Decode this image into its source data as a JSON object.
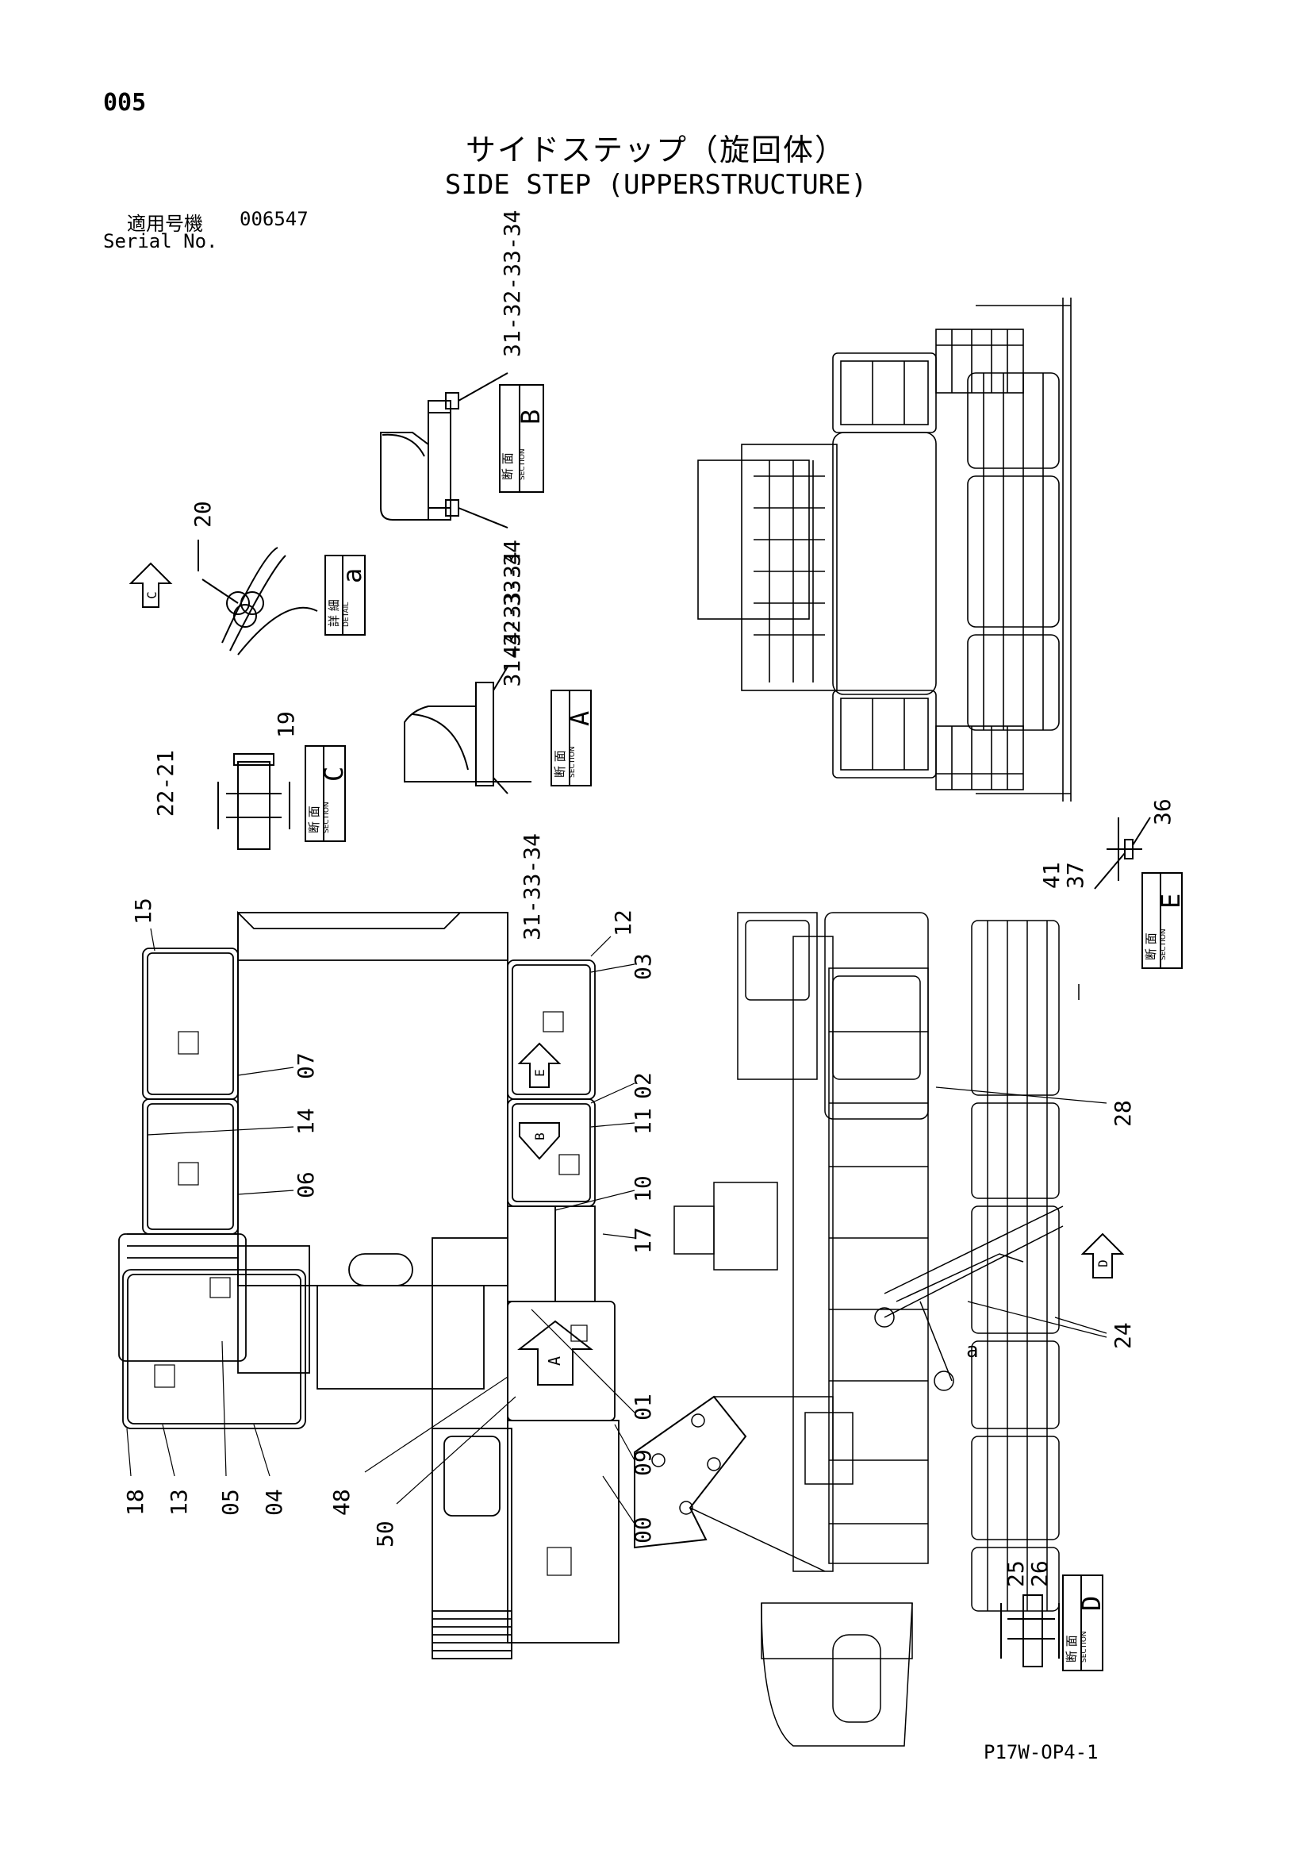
{
  "header": {
    "page_number": "005",
    "title_jp": "サイドステップ（旋回体）",
    "title_en": "SIDE STEP (UPPERSTRUCTURE)",
    "serial_label_jp": "適用号機",
    "serial_value": "006547",
    "serial_label_en": "Serial No."
  },
  "footer": {
    "doc_code": "P17W-OP4-1"
  },
  "views": {
    "section_b": {
      "kanji": "断 面",
      "word": "SECTION",
      "letter": "B",
      "callouts_top": "31-32-33-34",
      "callouts_bottom": "31-32-33-34"
    },
    "detail_a": {
      "kanji": "詳 細",
      "word": "DETAIL",
      "letter": "a",
      "callout": "20"
    },
    "section_a": {
      "kanji": "断 面",
      "word": "SECTION",
      "letter": "A",
      "callouts_top": "44-33-34",
      "callouts_bottom": "31-33-34"
    },
    "section_c": {
      "kanji": "断 面",
      "word": "SECTION",
      "letter": "C",
      "callout_left": "22-21",
      "callout_right": "19"
    },
    "section_e": {
      "kanji": "断 面",
      "word": "SECTION",
      "letter": "E",
      "callout_a": "36",
      "callout_b": "41",
      "callout_c": "37"
    },
    "section_d": {
      "kanji": "断 面",
      "word": "SECTION",
      "letter": "D",
      "callout_a": "25",
      "callout_b": "26"
    },
    "view_arrows": {
      "c": "C",
      "b": "B",
      "e": "E",
      "a": "A",
      "d": "D"
    }
  },
  "callouts_top_view": {
    "c15": "15",
    "c12": "12",
    "c03": "03",
    "c07": "07",
    "c02": "02",
    "c14": "14",
    "c11": "11",
    "c06": "06",
    "c10": "10",
    "c17": "17",
    "c18": "18",
    "c13": "13",
    "c05": "05",
    "c04": "04",
    "c48": "48",
    "c50": "50",
    "c09": "09",
    "c01": "01",
    "c00": "00"
  },
  "callouts_side_view": {
    "c28": "28",
    "c24": "24",
    "ca": "a"
  }
}
